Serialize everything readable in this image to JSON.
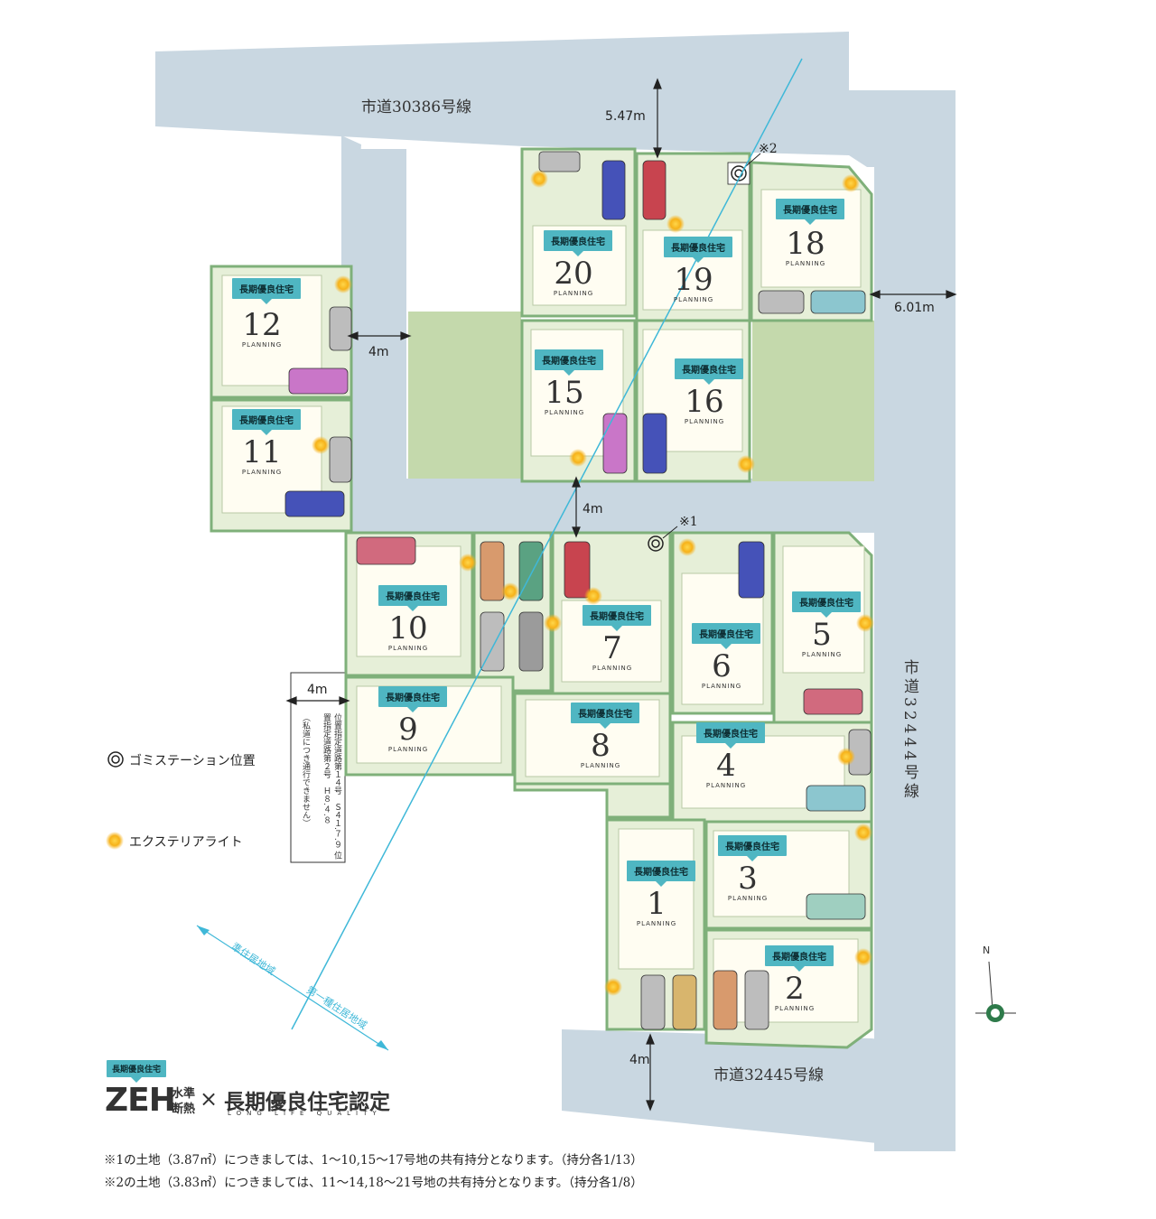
{
  "roads": {
    "north": "市道30386号線",
    "east": "市道32444号線",
    "south": "市道32445号線"
  },
  "dimensions": {
    "north_width": "5.47m",
    "east_width": "6.01m",
    "inner_west": "4m",
    "inner_center": "4m",
    "private_road": "4m",
    "south_width": "4m"
  },
  "notes": {
    "mark1": "※1",
    "mark2": "※2",
    "designation_road": "位置指定道路第１４号　Ｓ４１.７.９ 位置指定道路第２号　Ｈ８.４.８",
    "private_note": "（私道につき通行できません）"
  },
  "zones": {
    "zone_a": "準住居地域",
    "zone_b": "第一種住居地域"
  },
  "compass": {
    "north": "N"
  },
  "lots": [
    {
      "id": "20",
      "num": "20",
      "plan": "PLANNING",
      "badge": "長期優良住宅"
    },
    {
      "id": "19",
      "num": "19",
      "plan": "PLANNING",
      "badge": "長期優良住宅"
    },
    {
      "id": "18",
      "num": "18",
      "plan": "PLANNING",
      "badge": "長期優良住宅"
    },
    {
      "id": "12",
      "num": "12",
      "plan": "PLANNING",
      "badge": "長期優良住宅"
    },
    {
      "id": "11",
      "num": "11",
      "plan": "PLANNING",
      "badge": "長期優良住宅"
    },
    {
      "id": "15",
      "num": "15",
      "plan": "PLANNING",
      "badge": "長期優良住宅"
    },
    {
      "id": "16",
      "num": "16",
      "plan": "PLANNING",
      "badge": "長期優良住宅"
    },
    {
      "id": "10",
      "num": "10",
      "plan": "PLANNING",
      "badge": "長期優良住宅"
    },
    {
      "id": "7",
      "num": "7",
      "plan": "PLANNING",
      "badge": "長期優良住宅"
    },
    {
      "id": "6",
      "num": "6",
      "plan": "PLANNING",
      "badge": "長期優良住宅"
    },
    {
      "id": "5",
      "num": "5",
      "plan": "PLANNING",
      "badge": "長期優良住宅"
    },
    {
      "id": "9",
      "num": "9",
      "plan": "PLANNING",
      "badge": "長期優良住宅"
    },
    {
      "id": "8",
      "num": "8",
      "plan": "PLANNING",
      "badge": "長期優良住宅"
    },
    {
      "id": "4",
      "num": "4",
      "plan": "PLANNING",
      "badge": "長期優良住宅"
    },
    {
      "id": "1",
      "num": "1",
      "plan": "PLANNING",
      "badge": "長期優良住宅"
    },
    {
      "id": "3",
      "num": "3",
      "plan": "PLANNING",
      "badge": "長期優良住宅"
    },
    {
      "id": "2",
      "num": "2",
      "plan": "PLANNING",
      "badge": "長期優良住宅"
    }
  ],
  "legend": {
    "garbage": "ゴミステーション位置",
    "light": "エクステリアライト"
  },
  "logo": {
    "badge": "長期優良住宅",
    "zeh": "ZEH",
    "zeh_sub1": "水準",
    "zeh_sub2": "断熱",
    "times": "×",
    "cert": "長期優良住宅認定",
    "tagline": "LONG LIFE QUALITY"
  },
  "footnotes": [
    "※1の土地（3.87㎡）につきましては、1〜10,15〜17号地の共有持分となります。（持分各1/13）",
    "※2の土地（3.83㎡）につきましては、11〜14,18〜21号地の共有持分となります。（持分各1/8）"
  ],
  "colors": {
    "road": "#c9d7e1",
    "lot_border": "#7fb07a",
    "lot_fill": "#dce9cc",
    "park": "#c4d9ac",
    "badge": "#4fb6c2",
    "zone_line": "#3fb8d8",
    "light": "#f6b21a"
  }
}
